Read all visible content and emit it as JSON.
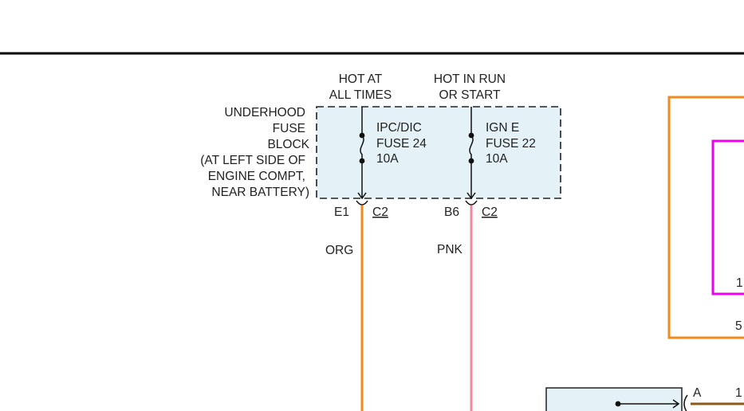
{
  "colors": {
    "background": "#ffffff",
    "rule": "#000000",
    "fuse_box_fill": "#e4f1f7",
    "wire_org": "#f28a1e",
    "wire_pnk": "#f0879b",
    "module_outer": "#f28a1e",
    "module_inner": "#ee00ee",
    "wire_brown": "#8b5a1a"
  },
  "fuse_block": {
    "label_lines": [
      "UNDERHOOD",
      "FUSE",
      "BLOCK",
      "(AT LEFT SIDE OF",
      "ENGINE COMPT,",
      "NEAR BATTERY)"
    ],
    "fuses": [
      {
        "feed_lines": [
          "HOT AT",
          "ALL TIMES"
        ],
        "name_lines": [
          "IPC/DIC",
          "FUSE 24",
          "10A"
        ],
        "pin": "E1",
        "connector": "C2",
        "wire_color_label": "ORG"
      },
      {
        "feed_lines": [
          "HOT IN RUN",
          "OR START"
        ],
        "name_lines": [
          "IGN E",
          "FUSE 22",
          "10A"
        ],
        "pin": "B6",
        "connector": "C2",
        "wire_color_label": "PNK"
      }
    ]
  },
  "module": {
    "pin_upper": "1",
    "pin_lower": "5"
  },
  "lower_connector": {
    "label": "A",
    "pin": "1"
  }
}
